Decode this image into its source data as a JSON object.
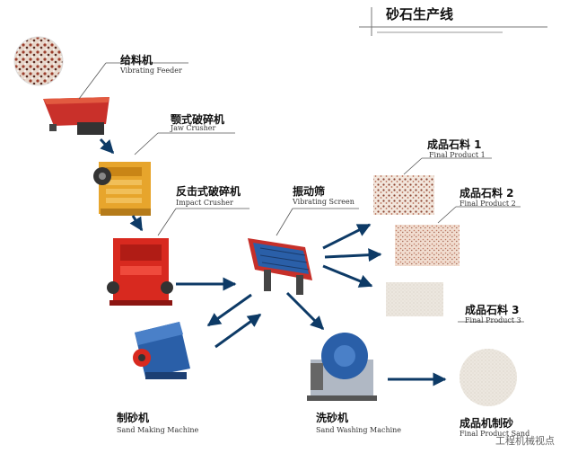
{
  "title": "砂石生产线",
  "machines": {
    "feeder": {
      "cn": "给料机",
      "en": "Vibrating Feeder"
    },
    "jaw": {
      "cn": "颚式破碎机",
      "en": "Jaw Crusher"
    },
    "impact": {
      "cn": "反击式破碎机",
      "en": "Impact Crusher"
    },
    "screen": {
      "cn": "振动筛",
      "en": "Vibrating Screen"
    },
    "sandmaker": {
      "cn": "制砂机",
      "en": "Sand Making Machine"
    },
    "washer": {
      "cn": "洗砂机",
      "en": "Sand Washing Machine"
    }
  },
  "products": [
    {
      "cn": "成品石料 1",
      "en": "Final Product 1"
    },
    {
      "cn": "成品石料 2",
      "en": "Final Product 2"
    },
    {
      "cn": "成品石料 3",
      "en": "Final Product 3"
    },
    {
      "cn": "成品机制砂",
      "en": "Final Product Sand"
    }
  ],
  "watermark": "工程机械视点",
  "colors": {
    "arrow": "#0d3a66",
    "red_machine": "#d8291f",
    "blue_machine": "#2a5fa8",
    "leader": "#555555"
  }
}
